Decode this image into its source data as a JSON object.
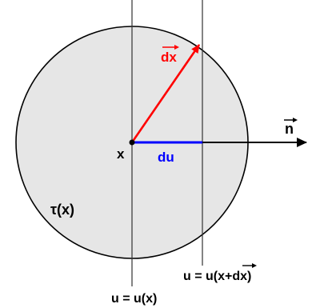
{
  "labels": {
    "dx": "dx",
    "n": "n",
    "x": "x",
    "du": "du",
    "tau": "τ(x)",
    "plane_shifted": "u = u(x+",
    "plane_shifted_dx": "dx",
    "plane_shifted_close": ")",
    "plane_origin": "u = u(x)"
  },
  "colors": {
    "circle_fill": "#e6e6e6",
    "outline": "#000000",
    "dx_vector": "#ff0000",
    "du_segment": "#0000ff",
    "normal_vector": "#000000",
    "plane_line": "#333333",
    "text": "#000000"
  }
}
